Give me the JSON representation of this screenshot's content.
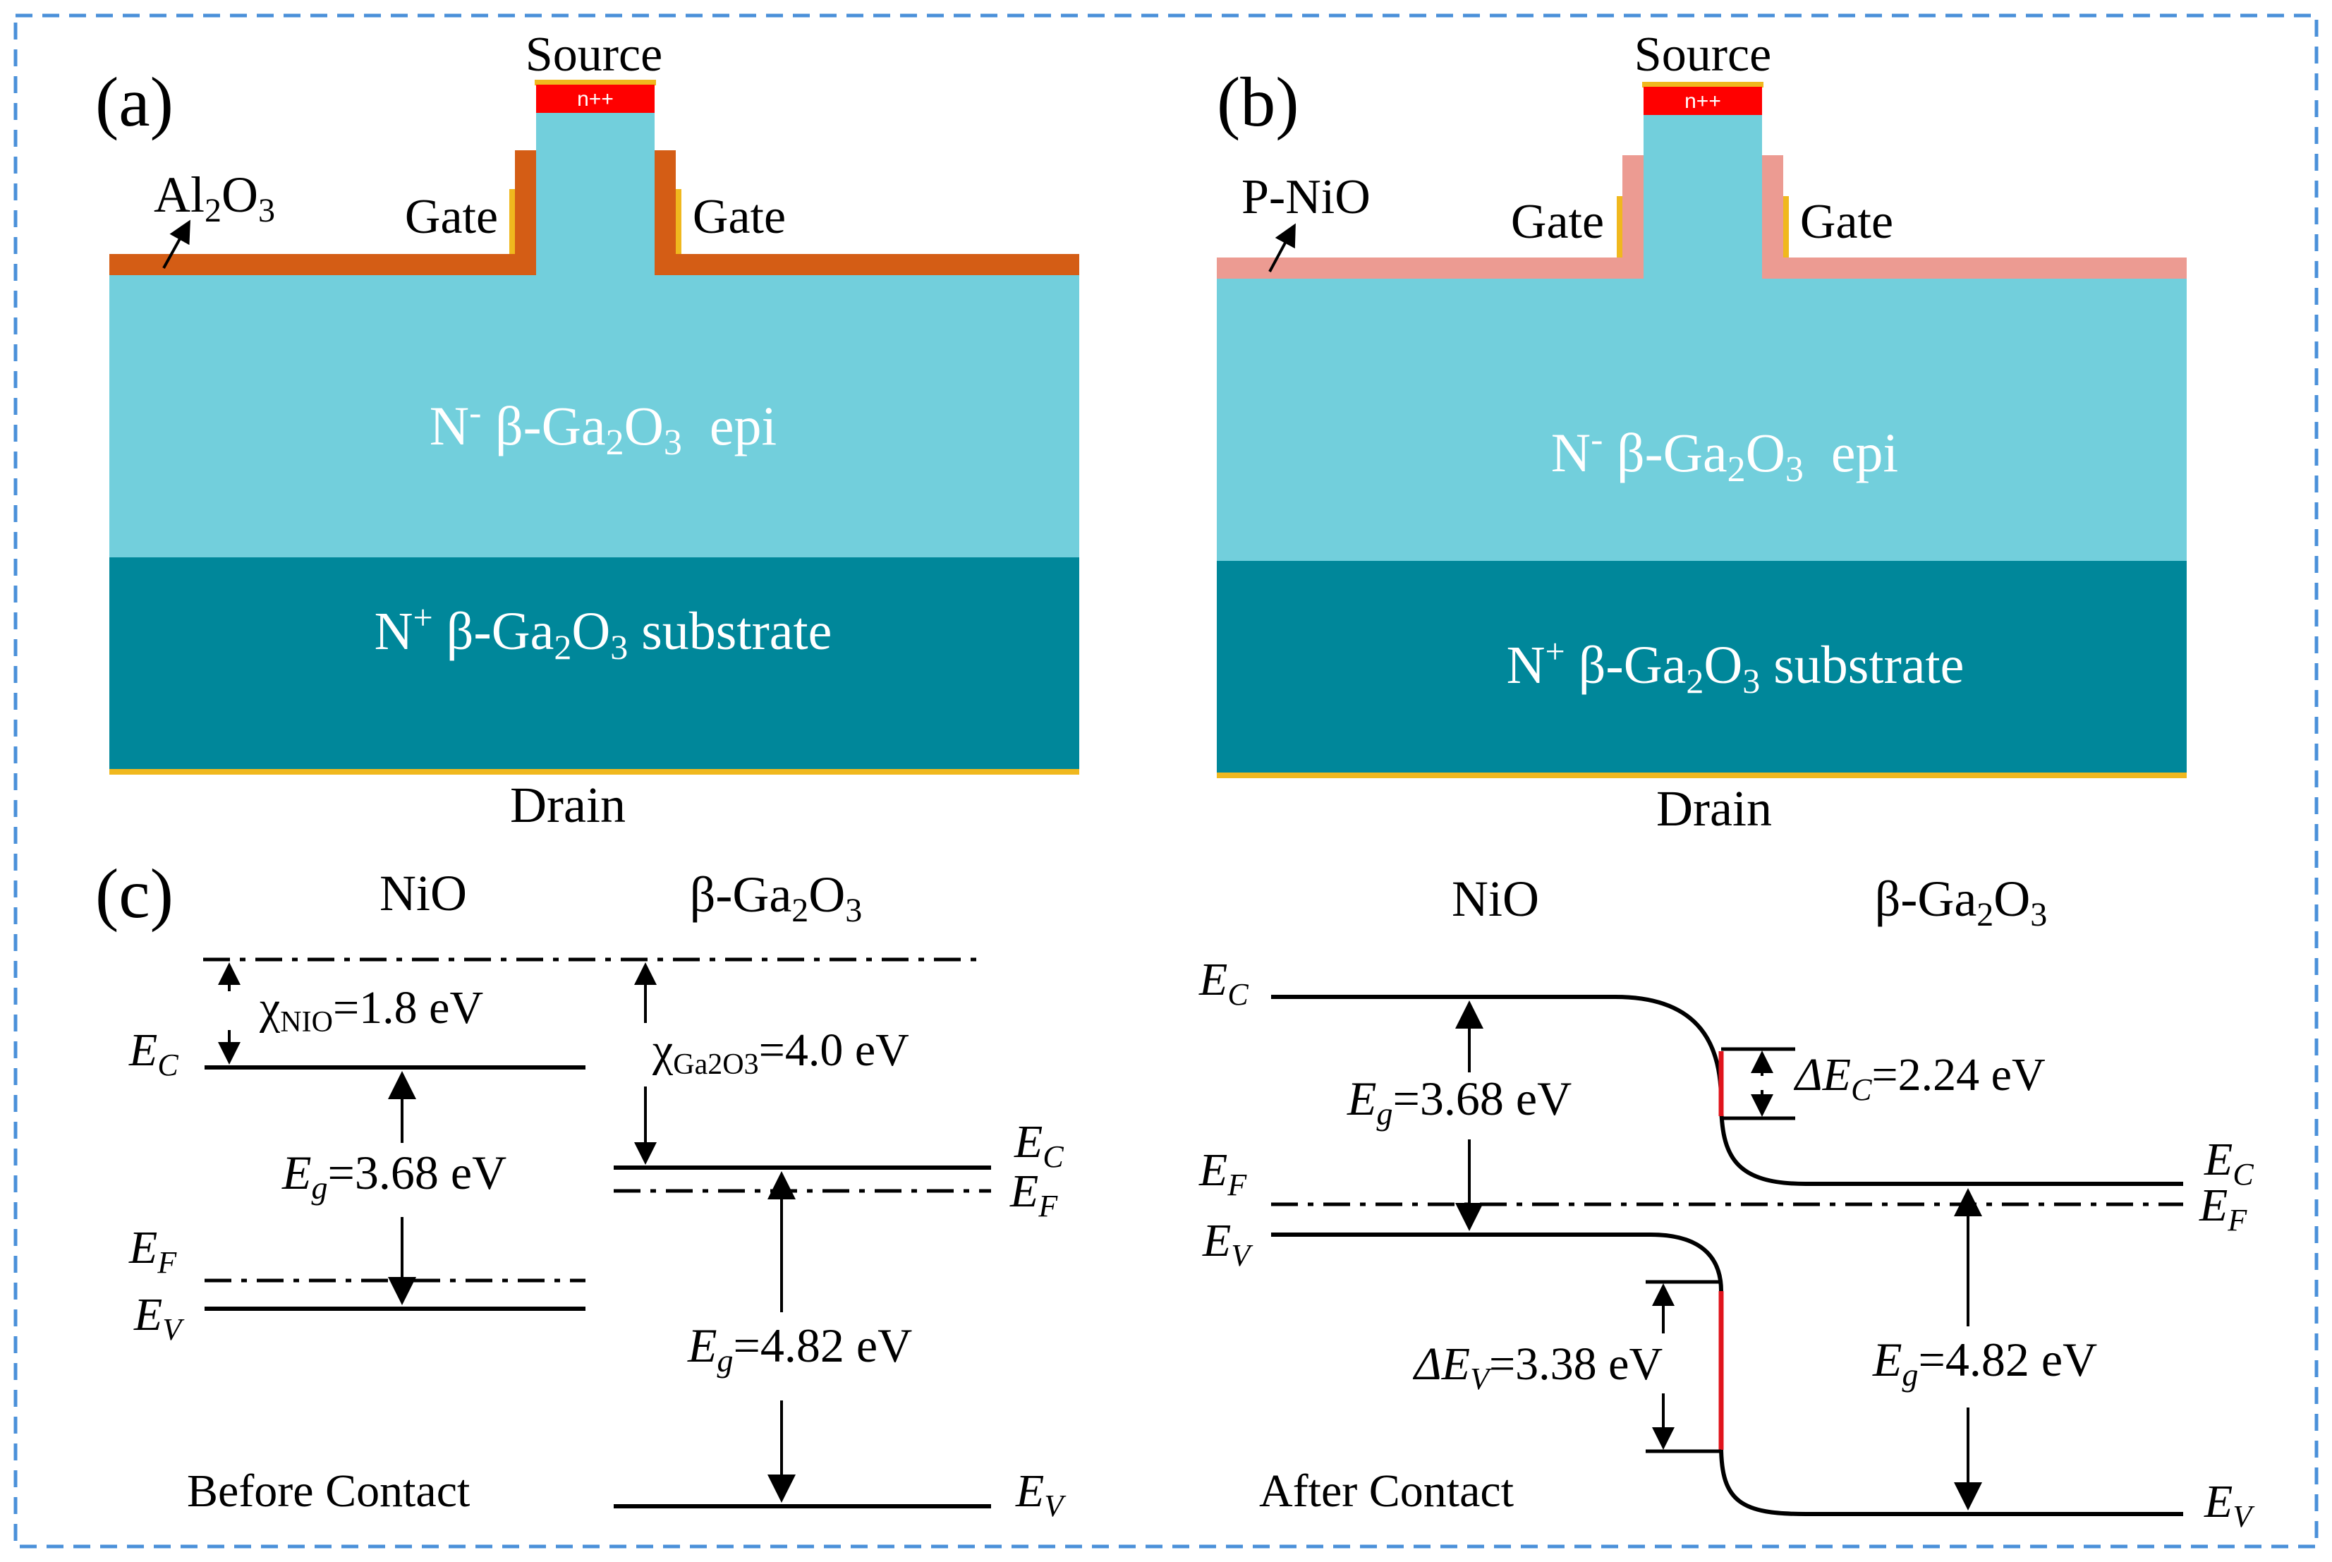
{
  "colors": {
    "frame": "#4a90d9",
    "epi": "#72cfdc",
    "substrate": "#00879a",
    "al2o3": "#d45d15",
    "nio": "#ec9b92",
    "contact_n": "#ff0000",
    "metal": "#f0b81e",
    "band": "#000000",
    "offset_mark": "#e0141c"
  },
  "panel_a": {
    "label": "(a)",
    "source": "Source",
    "n_plus_plus": "n++",
    "oxide": {
      "pre": "Al",
      "s1": "2",
      "mid": "O",
      "s2": "3"
    },
    "gate_left": "Gate",
    "gate_right": "Gate",
    "epi": {
      "pre": "N",
      "sup": "-",
      "mid": " β-Ga",
      "s1": "2",
      "o": "O",
      "s2": "3",
      "post": "  epi"
    },
    "substrate": {
      "pre": "N",
      "sup": "+",
      "mid": " β-Ga",
      "s1": "2",
      "o": "O",
      "s2": "3",
      "post": " substrate"
    },
    "drain": "Drain"
  },
  "panel_b": {
    "label": "(b)",
    "source": "Source",
    "n_plus_plus": "n++",
    "oxide": "P-NiO",
    "gate_left": "Gate",
    "gate_right": "Gate",
    "epi": {
      "pre": "N",
      "sup": "-",
      "mid": " β-Ga",
      "s1": "2",
      "o": "O",
      "s2": "3",
      "post": "  epi"
    },
    "substrate": {
      "pre": "N",
      "sup": "+",
      "mid": " β-Ga",
      "s1": "2",
      "o": "O",
      "s2": "3",
      "post": " substrate"
    },
    "drain": "Drain"
  },
  "panel_c": {
    "label": "(c)",
    "before": {
      "nio_title": "NiO",
      "ga_title": {
        "pre": "β-Ga",
        "s1": "2",
        "o": "O",
        "s2": "3"
      },
      "chi_nio": {
        "chi": "χ",
        "sub": "NIO",
        "val": "=1.8 eV"
      },
      "chi_ga": {
        "chi": "χ",
        "sub": "Ga2O3",
        "val": "=4.0 eV"
      },
      "eg_nio": {
        "e": "E",
        "g": "g",
        "val": "=3.68 eV"
      },
      "eg_ga": {
        "e": "E",
        "g": "g",
        "val": "=4.82 eV"
      },
      "ec": {
        "e": "E",
        "s": "C"
      },
      "ef": {
        "e": "E",
        "s": "F"
      },
      "ev": {
        "e": "E",
        "s": "V"
      },
      "caption": "Before Contact"
    },
    "after": {
      "nio_title": "NiO",
      "ga_title": {
        "pre": "β-Ga",
        "s1": "2",
        "o": "O",
        "s2": "3"
      },
      "eg_nio": {
        "e": "E",
        "g": "g",
        "val": "=3.68 eV"
      },
      "eg_ga": {
        "e": "E",
        "g": "g",
        "val": "=4.82 eV"
      },
      "dec": {
        "d": "ΔE",
        "s": "C",
        "val": "=2.24 eV"
      },
      "dev": {
        "d": "ΔE",
        "s": "V",
        "val": "=3.38 eV"
      },
      "ec": {
        "e": "E",
        "s": "C"
      },
      "ef": {
        "e": "E",
        "s": "F"
      },
      "ev": {
        "e": "E",
        "s": "V"
      },
      "caption": "After Contact"
    }
  }
}
